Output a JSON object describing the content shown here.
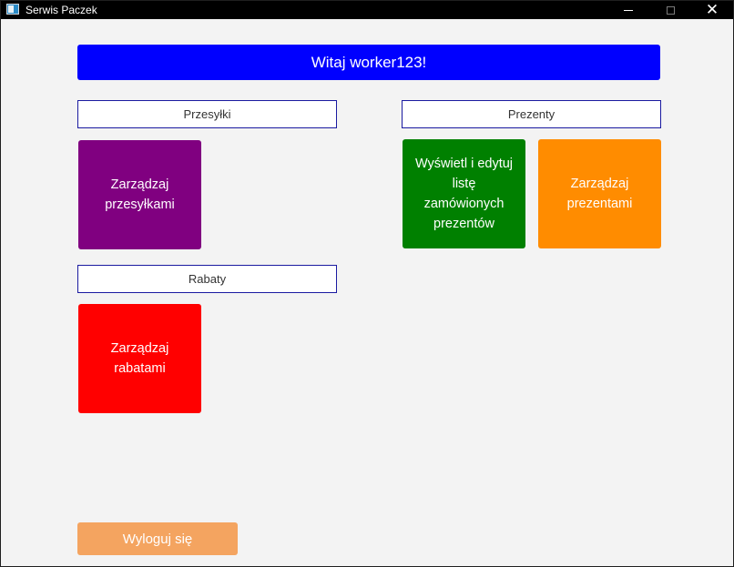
{
  "window": {
    "title": "Serwis Paczek",
    "controls": {
      "minimize_icon": "minimize-icon",
      "maximize_icon": "maximize-icon",
      "close_icon": "close-icon",
      "close_glyph": "✕"
    }
  },
  "header": {
    "greeting": "Witaj worker123!",
    "color": "#0000ff"
  },
  "sections": {
    "przesylki": {
      "label": "Przesyłki",
      "tiles": [
        {
          "label": "Zarządzaj\nprzesyłkami",
          "color": "#800080"
        }
      ]
    },
    "prezenty": {
      "label": "Prezenty",
      "tiles": [
        {
          "label": "Wyświetl i edytuj\nlistę\nzamówionych\nprezentów",
          "color": "#008000"
        },
        {
          "label": "Zarządzaj\nprezentami",
          "color": "#ff8c00"
        }
      ]
    },
    "rabaty": {
      "label": "Rabaty",
      "tiles": [
        {
          "label": "Zarządzaj\nrabatami",
          "color": "#ff0000"
        }
      ]
    }
  },
  "logout": {
    "label": "Wyloguj się",
    "color": "#f4a460"
  }
}
